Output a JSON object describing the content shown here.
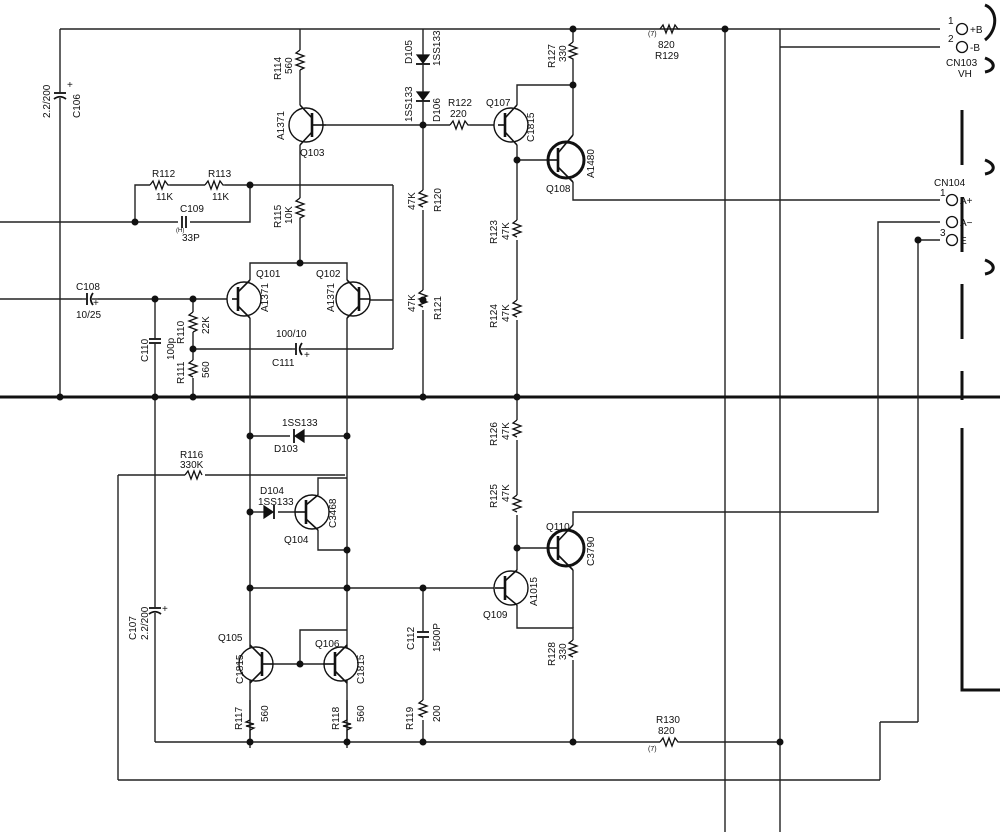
{
  "transistors": [
    {
      "ref": "Q101",
      "part": "A1371"
    },
    {
      "ref": "Q102",
      "part": "A1371"
    },
    {
      "ref": "Q103",
      "part": "A1371"
    },
    {
      "ref": "Q104",
      "part": "C3468"
    },
    {
      "ref": "Q105",
      "part": "C1815"
    },
    {
      "ref": "Q106",
      "part": "C1815"
    },
    {
      "ref": "Q107",
      "part": "C1815"
    },
    {
      "ref": "Q108",
      "part": "A1480"
    },
    {
      "ref": "Q109",
      "part": "A1015"
    },
    {
      "ref": "Q110",
      "part": "C3790"
    }
  ],
  "resistors": [
    {
      "ref": "R110",
      "value": "22K"
    },
    {
      "ref": "R111",
      "value": "560"
    },
    {
      "ref": "R112",
      "value": "11K"
    },
    {
      "ref": "R113",
      "value": "11K"
    },
    {
      "ref": "R114",
      "value": "560"
    },
    {
      "ref": "R115",
      "value": "10K"
    },
    {
      "ref": "R116",
      "value": "330K"
    },
    {
      "ref": "R117",
      "value": "560"
    },
    {
      "ref": "R118",
      "value": "560"
    },
    {
      "ref": "R119",
      "value": "200"
    },
    {
      "ref": "R120",
      "value": "47K"
    },
    {
      "ref": "R121",
      "value": "47K"
    },
    {
      "ref": "R122",
      "value": "220"
    },
    {
      "ref": "R123",
      "value": "47K"
    },
    {
      "ref": "R124",
      "value": "47K"
    },
    {
      "ref": "R125",
      "value": "47K"
    },
    {
      "ref": "R126",
      "value": "47K"
    },
    {
      "ref": "R127",
      "value": "330"
    },
    {
      "ref": "R128",
      "value": "330"
    },
    {
      "ref": "R129",
      "value": "820",
      "note": "(7)"
    },
    {
      "ref": "R130",
      "value": "820",
      "note": "(7)"
    }
  ],
  "capacitors": [
    {
      "ref": "C106",
      "value": "2.2/200"
    },
    {
      "ref": "C107",
      "value": "2.2/200"
    },
    {
      "ref": "C108",
      "value": "10/25"
    },
    {
      "ref": "C109",
      "value": "33P",
      "note": "(H)"
    },
    {
      "ref": "C110",
      "value": "100p"
    },
    {
      "ref": "C111",
      "value": "100/10"
    },
    {
      "ref": "C112",
      "value": "1500P"
    }
  ],
  "diodes": [
    {
      "ref": "D103",
      "part": "1SS133"
    },
    {
      "ref": "D104",
      "part": "1SS133"
    },
    {
      "ref": "D105",
      "part": "1SS133"
    },
    {
      "ref": "D106",
      "part": "1SS133"
    }
  ],
  "connectors": [
    {
      "ref": "CN103",
      "sub": "VH",
      "pins": [
        {
          "num": "1",
          "label": "+B"
        },
        {
          "num": "2",
          "label": "-B"
        }
      ]
    },
    {
      "ref": "CN104",
      "pins": [
        {
          "num": "1",
          "label": "A+"
        },
        {
          "num": "",
          "label": "A−"
        },
        {
          "num": "3",
          "label": "E"
        }
      ]
    }
  ],
  "plus_mark": "+"
}
